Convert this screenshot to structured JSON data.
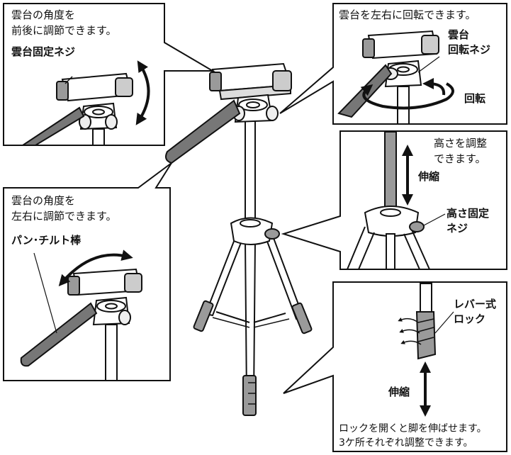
{
  "panels": {
    "tilt": {
      "line1": "雲台の角度を",
      "line2": "前後に調節できます。",
      "knob_label": "雲台固定ネジ"
    },
    "rotate": {
      "caption": "雲台を左右に回転できます。",
      "knob_label_line1": "雲台",
      "knob_label_line2": "回転ネジ",
      "motion_label": "回転"
    },
    "pan": {
      "line1": "雲台の角度を",
      "line2": "左右に調節できます。",
      "handle_label": "パン･チルト棒"
    },
    "height": {
      "caption_line1": "高さを調整",
      "caption_line2": "できます。",
      "motion_label": "伸縮",
      "knob_label_line1": "高さ固定",
      "knob_label_line2": "ネジ"
    },
    "legs": {
      "lock_label_line1": "レバー式",
      "lock_label_line2": "ロック",
      "motion_label": "伸縮",
      "caption_line1": "ロックを開くと脚を伸ばせます。",
      "caption_line2": "3ケ所それぞれ調整できます。"
    }
  },
  "colors": {
    "stroke": "#111111",
    "handle_fill": "#777777",
    "sleeve_fill": "#9a9a9a",
    "knob_fill": "#eeeeee"
  }
}
